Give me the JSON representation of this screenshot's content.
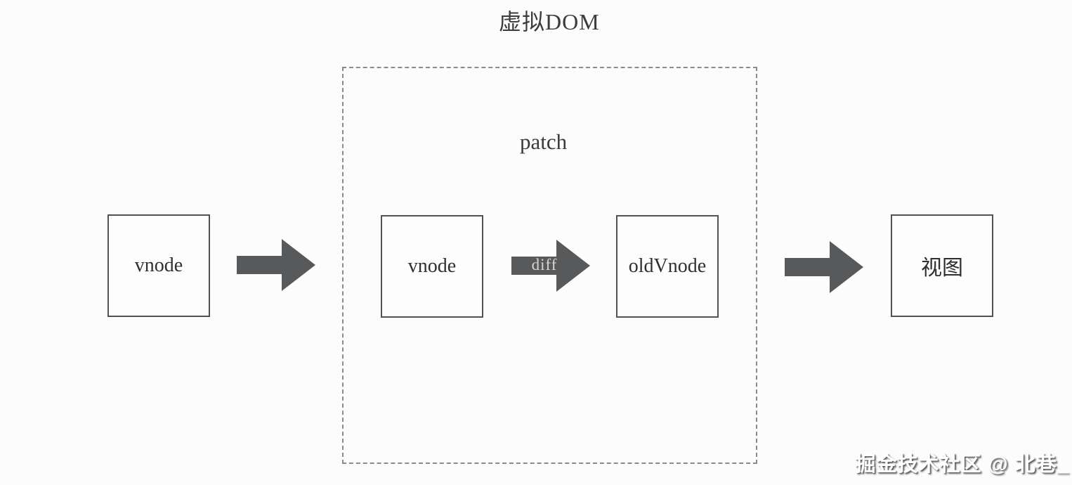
{
  "diagram": {
    "title": "虚拟DOM",
    "patch_label": "patch",
    "nodes": [
      {
        "id": "vnode-left",
        "label": "vnode"
      },
      {
        "id": "vnode-inner",
        "label": "vnode"
      },
      {
        "id": "oldvnode",
        "label": "oldVnode"
      },
      {
        "id": "view",
        "label": "视图"
      }
    ],
    "arrows": [
      {
        "id": "arrow-input",
        "label": ""
      },
      {
        "id": "arrow-diff",
        "label": "diff"
      },
      {
        "id": "arrow-output",
        "label": ""
      }
    ],
    "watermark": "掘金技术社区 @ 北巷_",
    "colors": {
      "arrow": "#58595b",
      "box_border": "#525252",
      "dashed_border": "#8a8a8a",
      "text": "#333333",
      "watermark_text": "#ffffff"
    }
  }
}
